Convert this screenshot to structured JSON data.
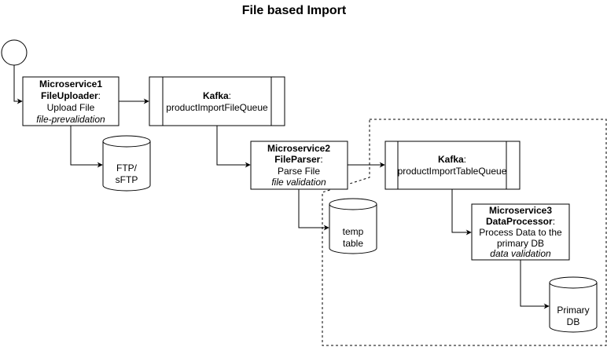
{
  "title": "File based Import",
  "nodes": {
    "fileuploader": {
      "line1": "Microservice1",
      "line2_bold": "FileUploader",
      "line2_suffix": ":",
      "line3": "Upload File",
      "line4": "file-prevalidation"
    },
    "kafka1": {
      "name": "Kafka",
      "name_suffix": ":",
      "topic": "productImportFileQueue"
    },
    "ftp": {
      "line1": "FTP/",
      "line2": "sFTP"
    },
    "fileparser": {
      "line1": "Microservice2",
      "line2_bold": "FileParser",
      "line2_suffix": ":",
      "line3": "Parse File",
      "line4": "file validation"
    },
    "kafka2": {
      "name": "Kafka",
      "name_suffix": ":",
      "topic": "productImportTableQueue"
    },
    "temptable": {
      "line1": "temp",
      "line2": "table"
    },
    "dataprocessor": {
      "line1": "Microservice3",
      "line2_bold": "DataProcessor",
      "line2_suffix": ":",
      "line3": "Process Data to the",
      "line4": "primary DB",
      "line5": "data validation"
    },
    "primarydb": {
      "line1": "Primary",
      "line2": "DB"
    }
  },
  "colors": {
    "stroke": "#000000",
    "fill": "#ffffff"
  }
}
